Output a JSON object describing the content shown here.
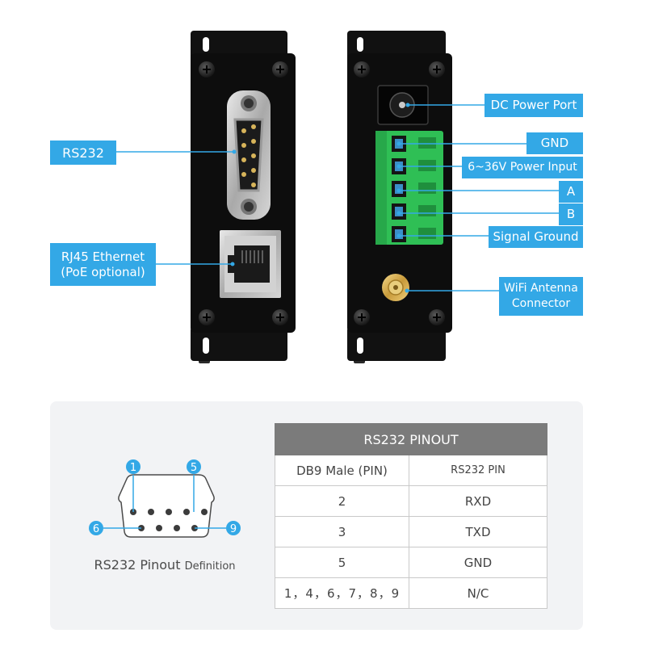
{
  "callouts": {
    "rs232": "RS232",
    "rj45_line1": "RJ45 Ethernet",
    "rj45_line2": "(PoE optional)",
    "dc_power": "DC Power Port",
    "gnd": "GND",
    "power_input": "6~36V Power Input",
    "a": "A",
    "b": "B",
    "signal_ground": "Signal Ground",
    "wifi_line1": "WiFi Antenna",
    "wifi_line2": "Connector"
  },
  "pin_diagram": {
    "pin_labels": [
      "1",
      "5",
      "6",
      "9"
    ],
    "caption_main": "RS232 Pinout",
    "caption_small": "Definition"
  },
  "pinout_table": {
    "title": "RS232 PINOUT",
    "col1_header": "DB9 Male (PIN)",
    "col2_header": "RS232 PIN",
    "rows": [
      {
        "pin": "2",
        "signal": "RXD"
      },
      {
        "pin": "3",
        "signal": "TXD"
      },
      {
        "pin": "5",
        "signal": "GND"
      },
      {
        "pin": "1，4，6，7，8，9",
        "signal": "N/C"
      }
    ]
  },
  "colors": {
    "accent": "#33a8e6",
    "device_body": "#0d0d0d",
    "terminal_green": "#2fbf55",
    "panel_bg": "#f2f3f5",
    "table_header": "#7b7b7b"
  }
}
